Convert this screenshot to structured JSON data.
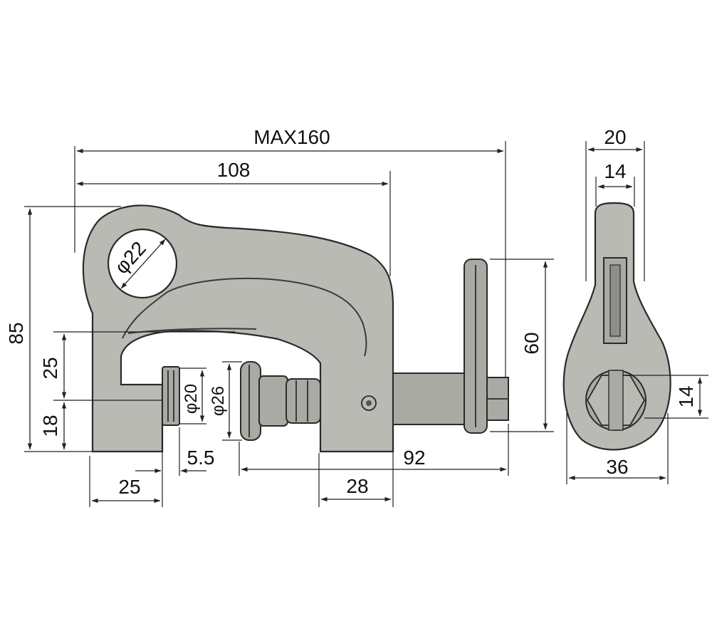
{
  "dimensions": {
    "max_length": "MAX160",
    "body_length": "108",
    "hole_diameter": "φ22",
    "overall_height": "85",
    "jaw_opening": "25",
    "lower_jaw_height": "18",
    "fixed_pad_diameter": "φ20",
    "swivel_pad_diameter": "φ26",
    "pad_offset": "5.5",
    "lower_jaw_width": "25",
    "screw_travel": "92",
    "boss_width": "28",
    "handle_length": "60",
    "side_width": "20",
    "side_inner_width": "14",
    "side_bottom_width": "36",
    "side_bore_height": "14"
  }
}
